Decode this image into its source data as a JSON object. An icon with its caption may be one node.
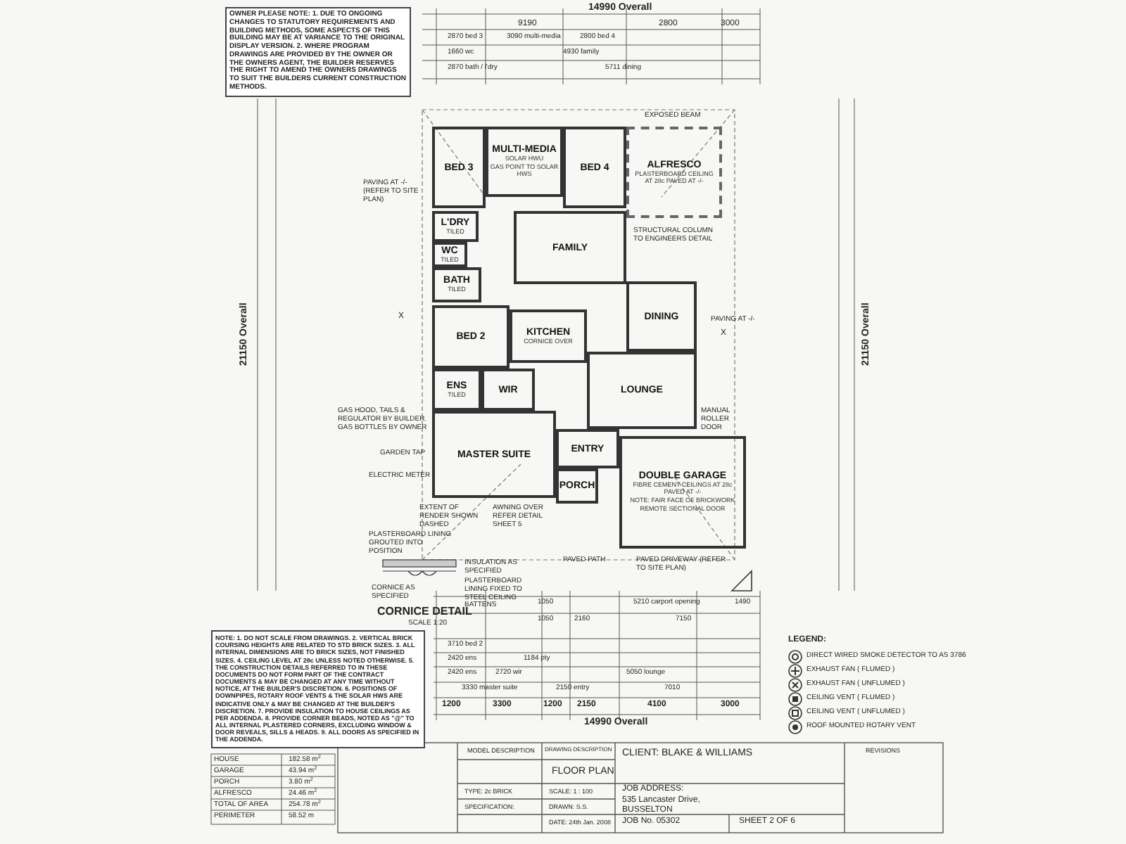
{
  "diagram": {
    "nodes": [
      {
        "text": [
          "BED 3"
        ]
      },
      {
        "text": [
          "MULTI-MEDIA",
          "SOLAR HWU",
          "GAS POINT TO SOLAR HWS"
        ]
      },
      {
        "text": [
          "BED 4"
        ]
      },
      {
        "text": [
          "ALFRESCO",
          "PLASTERBOARD CEILING AT 28c PAVED AT -/-"
        ]
      },
      {
        "text": [
          "L'DRY",
          "TILED"
        ]
      },
      {
        "text": [
          "WC",
          "TILED"
        ]
      },
      {
        "text": [
          "BATH",
          "TILED"
        ]
      },
      {
        "text": [
          "FAMILY"
        ]
      },
      {
        "text": [
          "DINING"
        ]
      },
      {
        "text": [
          "BED 2"
        ]
      },
      {
        "text": [
          "KITCHEN",
          "CORNICE OVER"
        ]
      },
      {
        "text": [
          "ENS",
          "TILED"
        ]
      },
      {
        "text": [
          "WIR"
        ]
      },
      {
        "text": [
          "LOUNGE"
        ]
      },
      {
        "text": [
          "ENTRY"
        ]
      },
      {
        "text": [
          "MASTER SUITE"
        ]
      },
      {
        "text": [
          "PORCH"
        ]
      },
      {
        "text": [
          "DOUBLE GARAGE",
          "FIBRE CEMENT CEILINGS AT 28c PAVED AT -/-",
          "NOTE: FAIR FACE OF BRICKWORK",
          "REMOTE SECTIONAL DOOR"
        ]
      }
    ],
    "labels": [
      "14990 Overall",
      "9190",
      "2800",
      "3000",
      "2870 bed 3",
      "3090 multi-media",
      "2800 bed 4",
      "1660 wc",
      "4930 family",
      "2870 bath / l'dry",
      "5711 dining",
      "EXPOSED BEAM",
      "PAVING AT -/- (REFER TO SITE PLAN)",
      "STRUCTURAL COLUMN TO ENGINEERS DETAIL",
      "PAVING AT -/-",
      "GAS HOOD, TAILS & REGULATOR BY BUILDER. GAS BOTTLES BY OWNER",
      "GARDEN TAP",
      "ELECTRIC METER",
      "EXTENT OF RENDER SHOWN DASHED",
      "AWNING OVER REFER DETAIL SHEET 5",
      "MANUAL ROLLER DOOR",
      "PAVED PATH",
      "PAVED DRIVEWAY (REFER TO SITE PLAN)",
      "CORNICE DETAIL",
      "SCALE 1:20",
      "PLASTERBOARD LINING GROUTED INTO POSITION",
      "INSULATION AS SPECIFIED",
      "PLASTERBOARD LINING FIXED TO STEEL CEILING BATTENS",
      "CORNICE AS SPECIFIED",
      "1050",
      "5210 carport opening",
      "1490",
      "1050",
      "2160",
      "7150",
      "3710 bed 2",
      "2420 ens",
      "1184 pty",
      "2420 ens",
      "2720 wir",
      "5050 lounge",
      "3330 master suite",
      "2150 entry",
      "7010",
      "1200",
      "3300",
      "1200",
      "2150",
      "4100",
      "3000",
      "14990 Overall",
      "21150 Overall",
      "21150 Overall",
      "X",
      "X",
      "OWNER PLEASE NOTE: 1. DUE TO ONGOING CHANGES TO STATUTORY REQUIREMENTS AND BUILDING METHODS, SOME ASPECTS OF THIS BUILDING MAY BE AT VARIANCE TO THE ORIGINAL DISPLAY VERSION. 2. WHERE PROGRAM DRAWINGS ARE PROVIDED BY THE OWNER OR THE OWNERS AGENT, THE BUILDER RESERVES THE RIGHT TO AMEND THE OWNERS DRAWINGS TO SUIT THE BUILDERS CURRENT CONSTRUCTION METHODS.",
      "NOTE: 1. DO NOT SCALE FROM DRAWINGS. 2. VERTICAL BRICK COURSING HEIGHTS ARE RELATED TO STD BRICK SIZES. 3. ALL INTERNAL DIMENSIONS ARE TO BRICK SIZES, NOT FINISHED SIZES. 4. CEILING LEVEL AT 28c UNLESS NOTED OTHERWISE. 5. THE CONSTRUCTION DETAILS REFERRED TO IN THESE DOCUMENTS DO NOT FORM PART OF THE CONTRACT DOCUMENTS & MAY BE CHANGED AT ANY TIME WITHOUT NOTICE, AT THE BUILDER'S DISCRETION. 6. POSITIONS OF DOWNPIPES, ROTARY ROOF VENTS & THE SOLAR HWS ARE INDICATIVE ONLY & MAY BE CHANGED AT THE BUILDER'S DISCRETION. 7. PROVIDE INSULATION TO HOUSE CEILINGS AS PER ADDENDA. 8. PROVIDE CORNER BEADS, NOTED AS \"@\" TO ALL INTERNAL PLASTERED CORNERS, EXCLUDING WINDOW & DOOR REVEALS, SILLS & HEADS. 9. ALL DOORS AS SPECIFIED IN THE ADDENDA.",
      "LEGEND:",
      "HOUSE",
      "182.58 m$^{2}$",
      "GARAGE",
      "43.94 m$^{2}$",
      "PORCH",
      "3.80 m$^{2}$",
      "ALFRESCO",
      "24.46 m$^{2}$",
      "TOTAL OF AREA",
      "254.78 m$^{2}$",
      "PERIMETER",
      "58.52 m",
      "MODEL DESCRIPTION",
      "DRAWING DESCRIPTION",
      "FLOOR PLAN",
      "CLIENT: BLAKE & WILLIAMS",
      "TYPE: 2c BRICK",
      "SCALE: 1 : 100",
      "JOB ADDRESS:",
      "535 Lancaster Drive, BUSSELTON",
      "SPECIFICATION:",
      "DRAWN: S.S.",
      "DATE: 24th Jan. 2008",
      "JOB No. 05302",
      "SHEET 2 OF 6",
      "REVISIONS"
    ],
    "legend": [
      {
        "text": "DIRECT WIRED SMOKE DETECTOR TO AS 3786"
      },
      {
        "text": "EXHAUST FAN ( FLUMED )"
      },
      {
        "text": "EXHAUST FAN ( UNFLUMED )"
      },
      {
        "text": "CEILING VENT ( FLUMED )"
      },
      {
        "text": "CEILING VENT ( UNFLUMED )"
      },
      {
        "text": "ROOF MOUNTED ROTARY VENT"
      }
    ]
  }
}
